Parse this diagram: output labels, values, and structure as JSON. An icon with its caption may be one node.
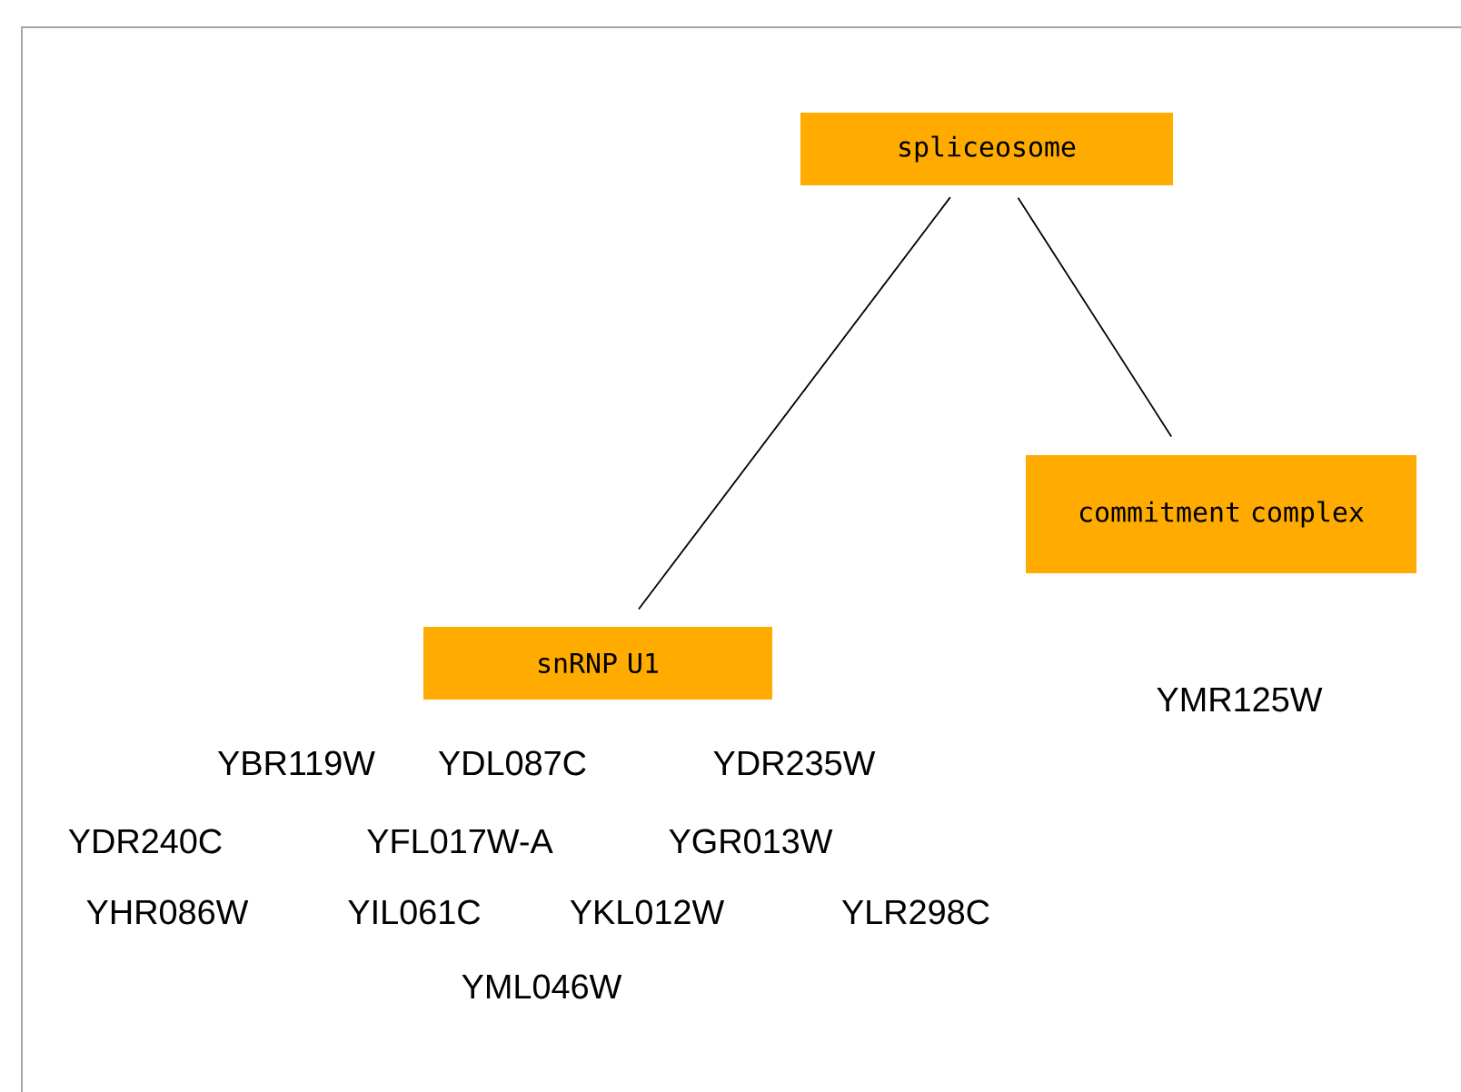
{
  "diagram": {
    "nodes": [
      {
        "text": [
          "spliceosome"
        ]
      },
      {
        "text": [
          "commitment complex"
        ]
      },
      {
        "text": [
          "snRNP U1"
        ]
      }
    ],
    "edges": [
      {
        "from": 0,
        "to": 2,
        "arrow": "none"
      },
      {
        "from": 0,
        "to": 1,
        "arrow": "none"
      }
    ],
    "labels": [
      "YBR119W",
      "YDL087C",
      "YDR235W",
      "YDR240C",
      "YFL017W-A",
      "YGR013W",
      "YHR086W",
      "YIL061C",
      "YKL012W",
      "YLR298C",
      "YML046W",
      "YMR125W"
    ]
  }
}
